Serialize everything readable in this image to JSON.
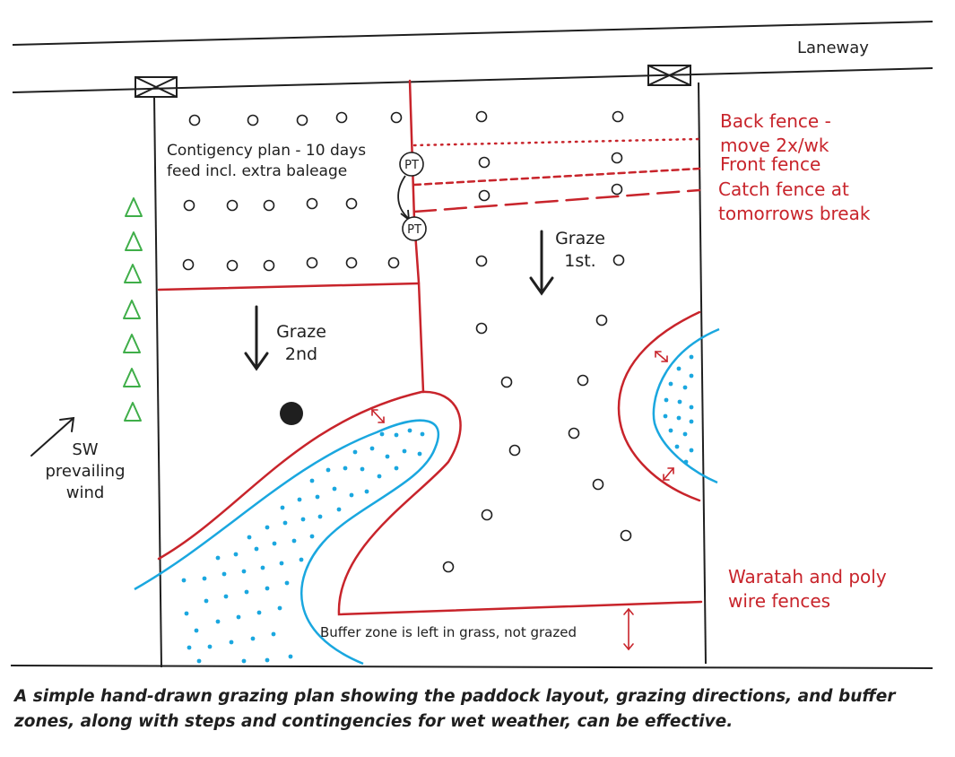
{
  "labels": {
    "laneway": "Laneway",
    "contingency": "Contigency plan - 10 days feed incl. extra baleage",
    "back_fence": "Back fence - move 2x/wk",
    "front_fence": "Front fence",
    "catch_fence": "Catch fence at tomorrows break",
    "graze_first": "Graze 1st.",
    "graze_second": "Graze 2nd",
    "wind": "SW prevailing wind",
    "waratah": "Waratah and poly wire fences",
    "buffer": "Buffer zone is left in grass, not grazed",
    "pt": "PT"
  },
  "caption": "A simple hand-drawn grazing plan showing the paddock layout, grazing directions, and buffer zones, along with steps and contingencies for wet weather, can be effective.",
  "colors": {
    "ink": "#1f1f1f",
    "fence_red": "#c8242b",
    "waterway_blue": "#1aa7df",
    "tree_green": "#3fae49"
  },
  "legend_icons": [
    "gate-icon",
    "tree-icon",
    "wind-arrow-icon",
    "trough-icon"
  ]
}
